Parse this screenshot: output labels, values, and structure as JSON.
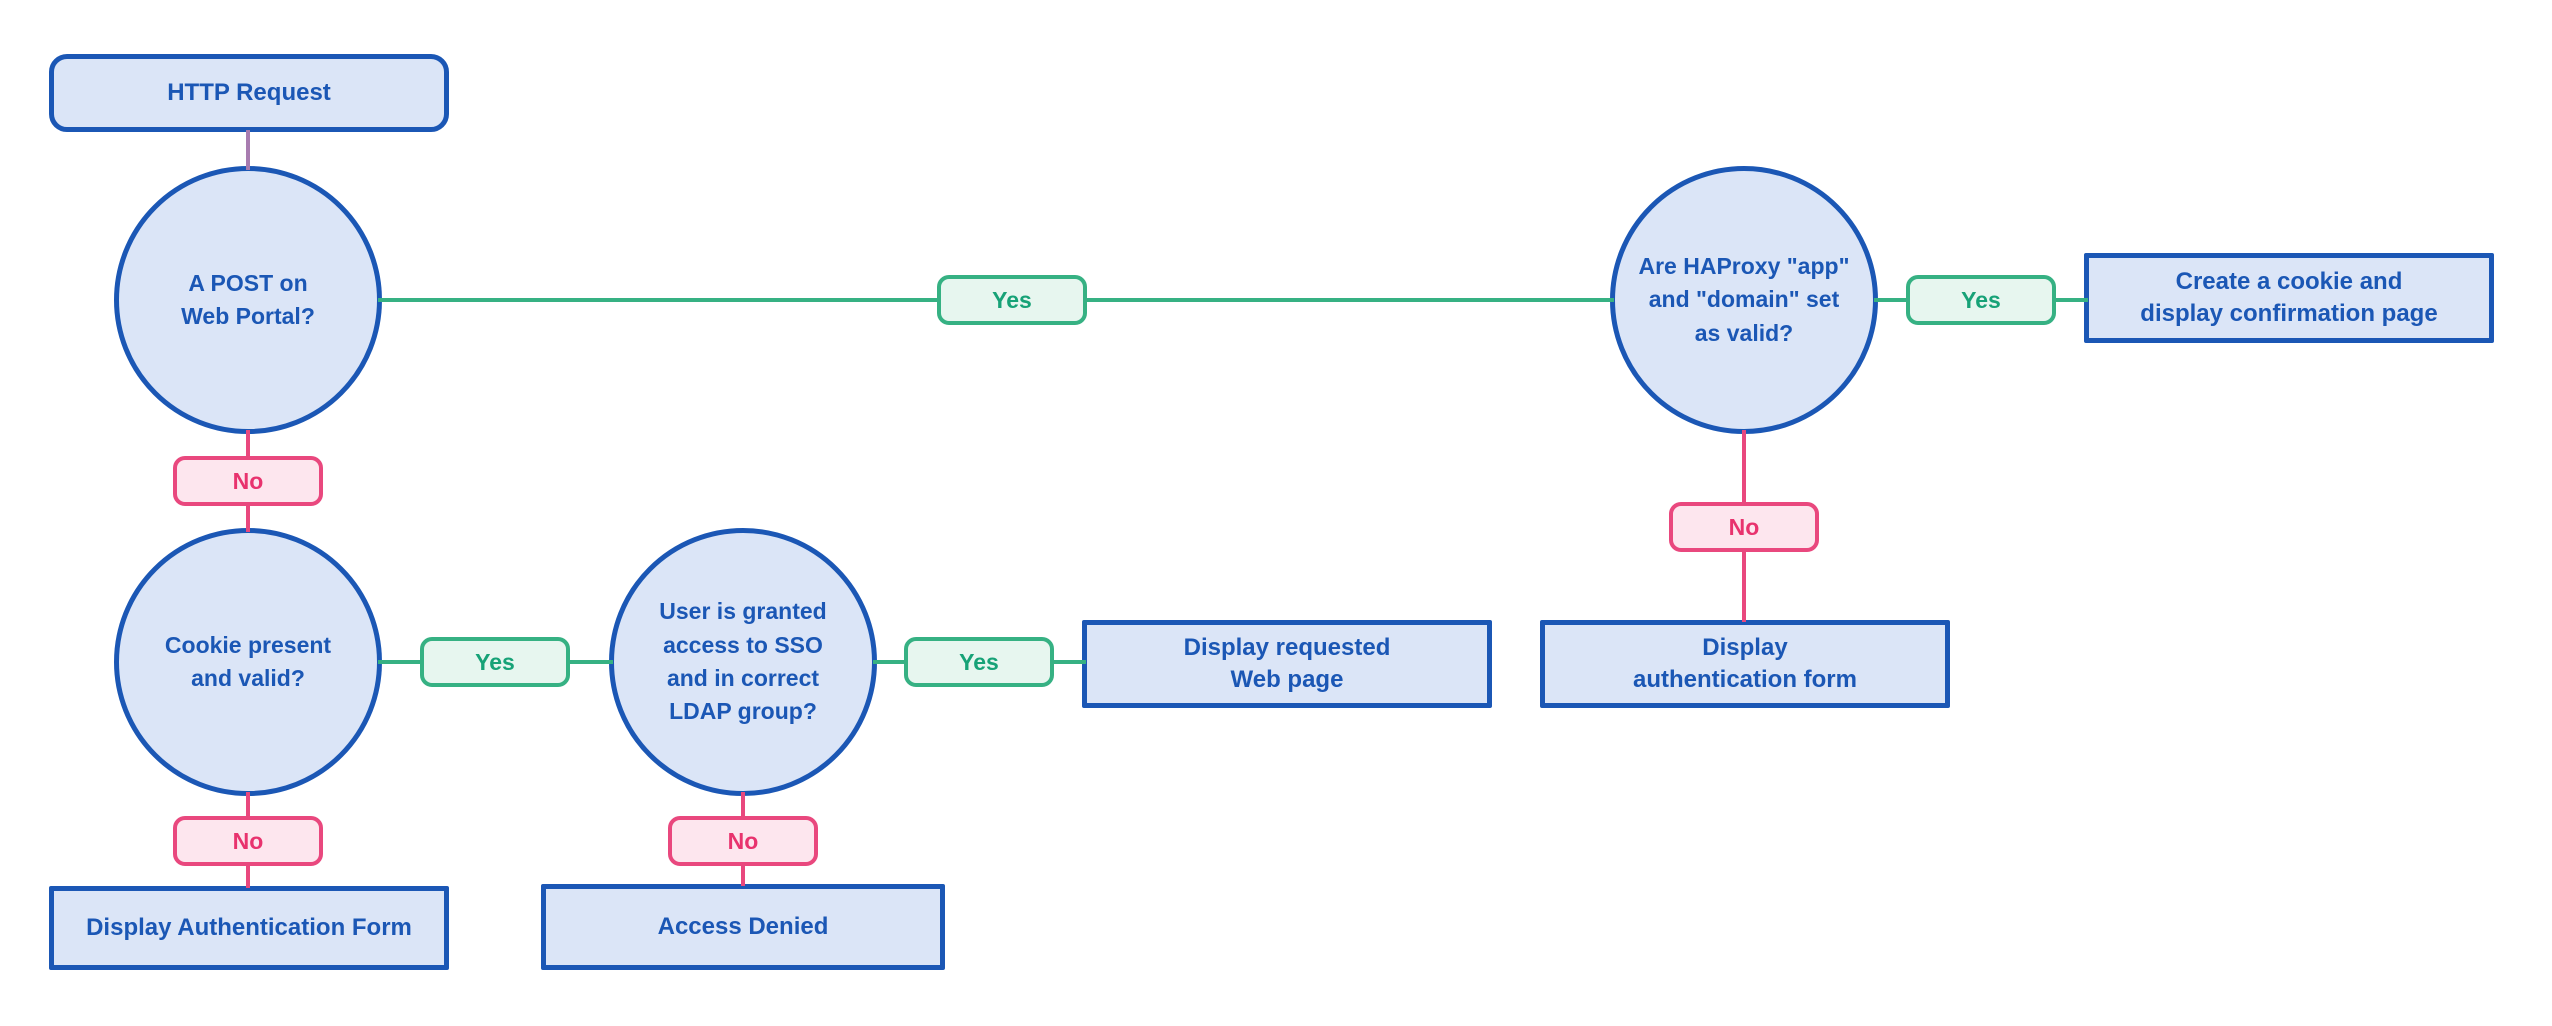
{
  "colors": {
    "blue": "#1b57b5",
    "node-fill": "#dbe5f7",
    "green": "#36b183",
    "green-fill": "#e7f6ef",
    "green-text": "#17a277",
    "pink": "#e9487e",
    "pink-fill": "#fde6ee",
    "pink-text": "#e8336e",
    "purple": "#a87cb0"
  },
  "connector_labels": {
    "yes": "Yes",
    "no": "No"
  },
  "nodes": {
    "http_request": "HTTP Request",
    "post_on_portal": "A POST on\nWeb Portal?",
    "haproxy_valid": "Are HAProxy \"app\"\nand \"domain\" set\nas valid?",
    "create_cookie": "Create a cookie and\ndisplay confirmation page",
    "display_auth_right": "Display\nauthentication form",
    "cookie_valid": "Cookie present\nand valid?",
    "sso_ldap": "User is granted\naccess to SSO\nand in correct\nLDAP group?",
    "display_requested": "Display requested\nWeb page",
    "display_auth_left": "Display Authentication Form",
    "access_denied": "Access Denied"
  }
}
